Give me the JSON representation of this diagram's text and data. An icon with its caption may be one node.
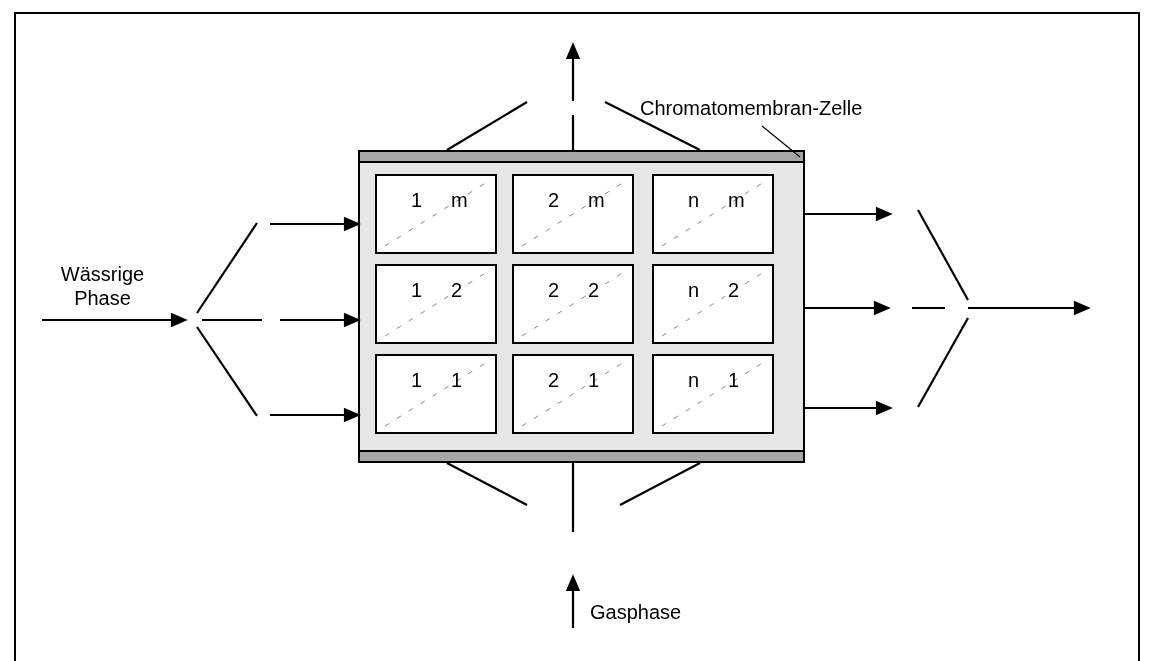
{
  "diagram": {
    "nodes": [
      {
        "text": [
          "Chromatomembran-Zelle"
        ]
      },
      {
        "text": [],
        "shape": "box"
      },
      {
        "text": [],
        "shape": "bar",
        "in": 1
      },
      {
        "text": [
          "1",
          "m"
        ],
        "in": 1
      },
      {
        "text": [
          "2",
          "m"
        ],
        "in": 1
      },
      {
        "text": [
          "n",
          "m"
        ],
        "in": 1
      },
      {
        "text": [
          "1",
          "2"
        ],
        "in": 1
      },
      {
        "text": [
          "2",
          "2"
        ],
        "in": 1
      },
      {
        "text": [
          "n",
          "2"
        ],
        "in": 1
      },
      {
        "text": [
          "1",
          "1"
        ],
        "in": 1
      },
      {
        "text": [
          "2",
          "1"
        ],
        "in": 1
      },
      {
        "text": [
          "n",
          "1"
        ],
        "in": 1
      },
      {
        "text": [],
        "shape": "bar",
        "in": 1
      },
      {
        "text": [
          "Gasphase"
        ]
      }
    ],
    "edges": [
      {
        "from": 0,
        "to": 2,
        "arrow": "none"
      },
      {
        "from": null,
        "to": 1,
        "arrow": "to"
      },
      {
        "from": null,
        "to": 1,
        "arrow": "to"
      },
      {
        "from": null,
        "to": 1,
        "arrow": "to"
      },
      {
        "from": 1,
        "to": null,
        "arrow": "to"
      },
      {
        "from": 1,
        "to": null,
        "arrow": "to"
      },
      {
        "from": 1,
        "to": null,
        "arrow": "to"
      },
      {
        "from": 2,
        "to": null,
        "arrow": "to"
      },
      {
        "from": 13,
        "to": null,
        "arrow": "to"
      }
    ],
    "labels": [
      "Wässrige Phase"
    ]
  }
}
